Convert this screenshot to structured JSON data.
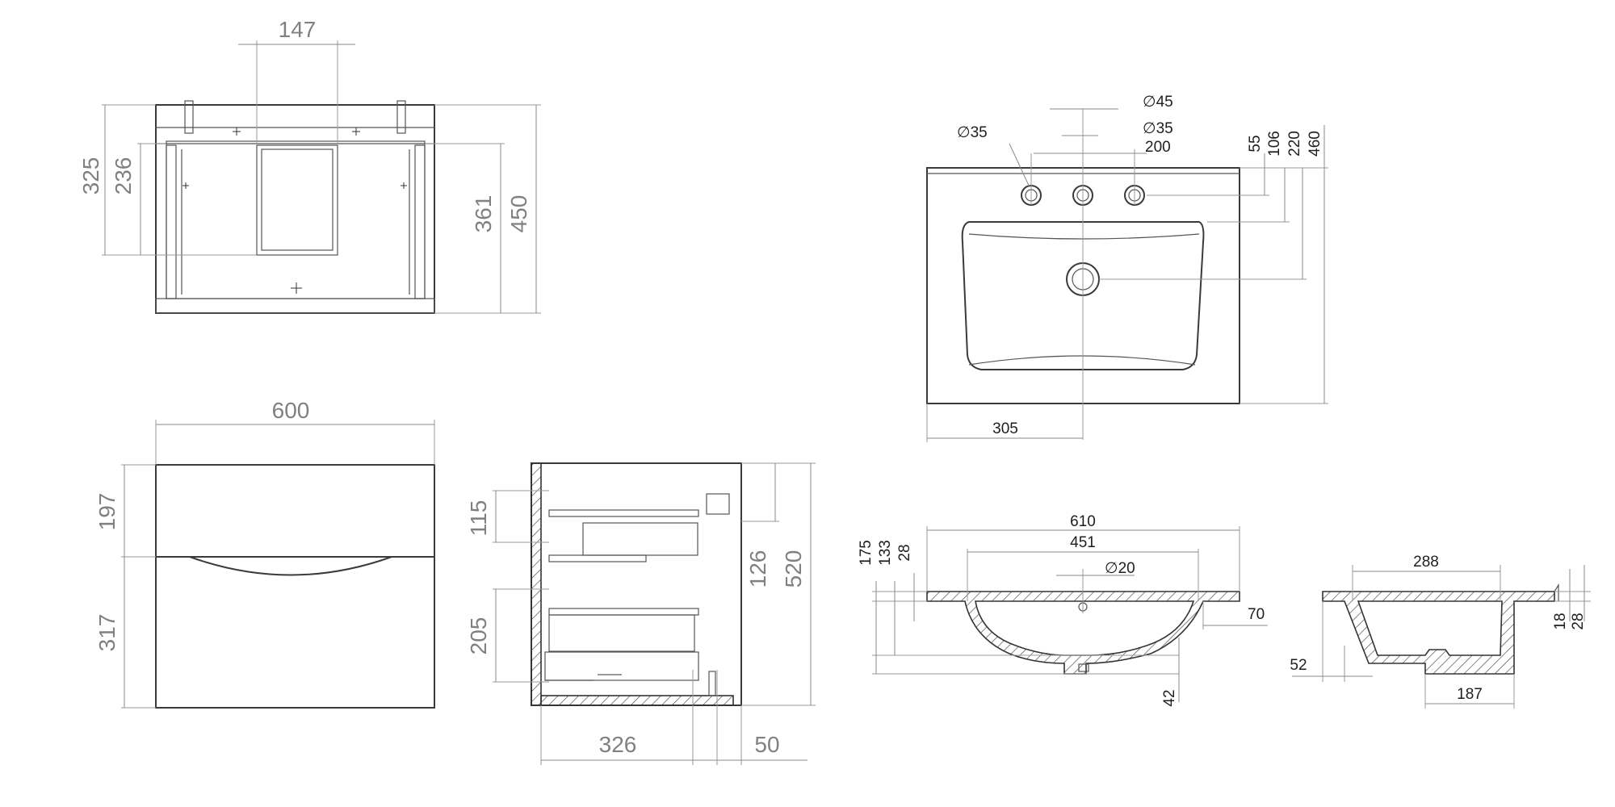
{
  "views": {
    "cabinet_top": {
      "width_147": "147",
      "depth_325": "325",
      "depth_236": "236",
      "depth_361": "361",
      "depth_450": "450"
    },
    "cabinet_front": {
      "width_600": "600",
      "height_197": "197",
      "height_317": "317"
    },
    "cabinet_side": {
      "h_115": "115",
      "h_205": "205",
      "h_126": "126",
      "h_520": "520",
      "d_326": "326",
      "d_50": "50"
    },
    "basin_top": {
      "dia_45": "45",
      "dia_35_center": "35",
      "dia_35_left": "35",
      "spacing_200": "200",
      "offset_305": "305",
      "v_55": "55",
      "v_106": "106",
      "v_220": "220",
      "v_460": "460"
    },
    "basin_section_front": {
      "w_610": "610",
      "w_451": "451",
      "dia_20": "20",
      "h_175": "175",
      "h_133": "133",
      "h_28": "28",
      "r_70": "70",
      "h_42": "42"
    },
    "basin_section_side": {
      "w_288": "288",
      "w_52": "52",
      "w_187": "187",
      "h_18": "18",
      "h_28": "28"
    }
  },
  "diameter_symbol": "∅"
}
